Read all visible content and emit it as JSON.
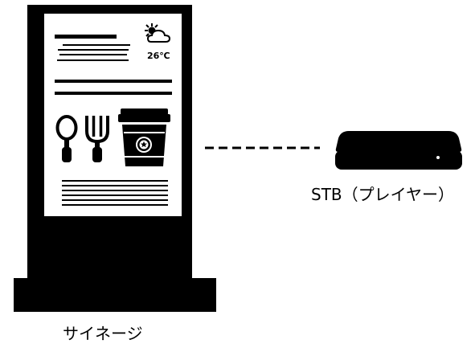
{
  "signage": {
    "caption": "サイネージ",
    "weather": {
      "icon": "sun-cloud-icon",
      "temperature": "26℃"
    },
    "content_icons": [
      "spoon-icon",
      "fork-icon",
      "coffee-cup-icon"
    ]
  },
  "connection": {
    "style": "dashed"
  },
  "stb": {
    "caption": "STB（プレイヤー）",
    "icon": "set-top-box-icon"
  },
  "colors": {
    "ink": "#000000",
    "screen": "#ffffff",
    "led": "#ffffff"
  }
}
